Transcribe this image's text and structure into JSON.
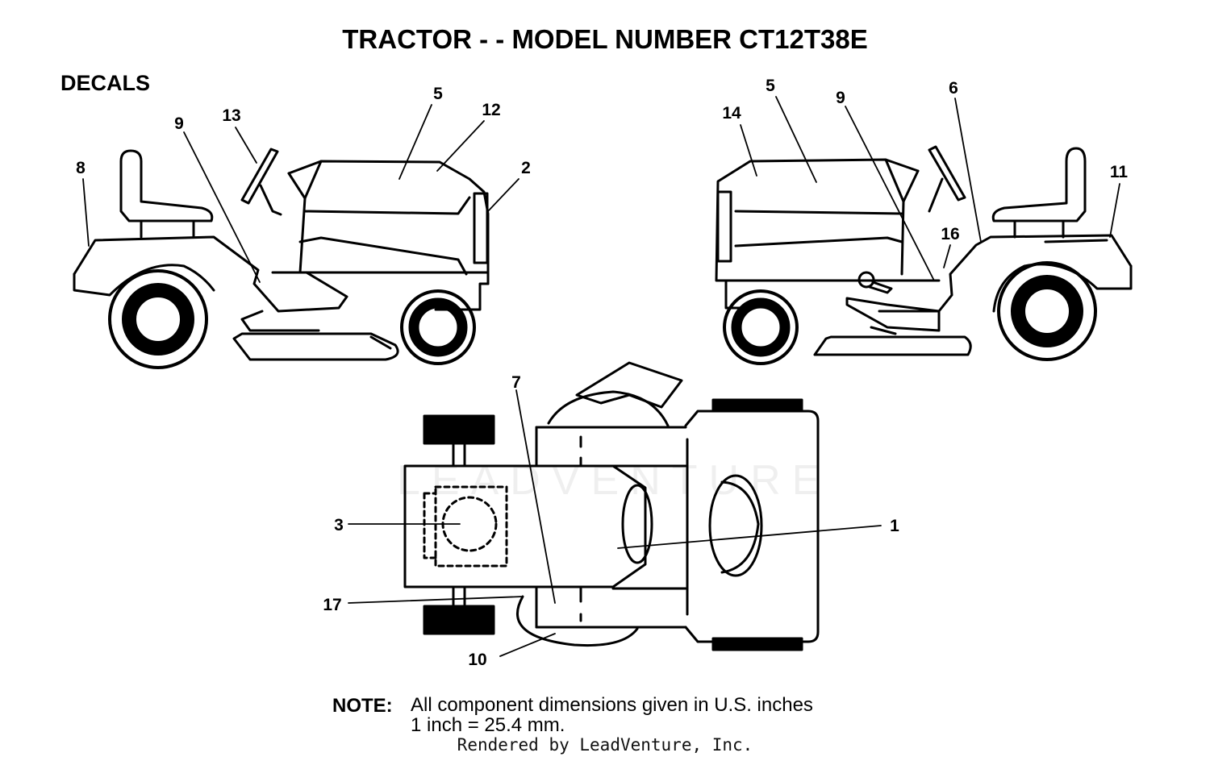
{
  "title": "TRACTOR - - MODEL NUMBER CT12T38E",
  "section_label": "DECALS",
  "callouts": {
    "c1": "1",
    "c2": "2",
    "c3": "3",
    "c5_left": "5",
    "c5_right": "5",
    "c6": "6",
    "c7": "7",
    "c8": "8",
    "c9_left": "9",
    "c9_right": "9",
    "c10": "10",
    "c11": "11",
    "c12": "12",
    "c13": "13",
    "c14": "14",
    "c16": "16",
    "c17": "17"
  },
  "note": {
    "label": "NOTE:",
    "line1": "All component dimensions given in U.S. inches",
    "line2": "1 inch = 25.4 mm."
  },
  "credit": "Rendered by LeadVenture, Inc.",
  "watermark": "LEADVENTURE"
}
